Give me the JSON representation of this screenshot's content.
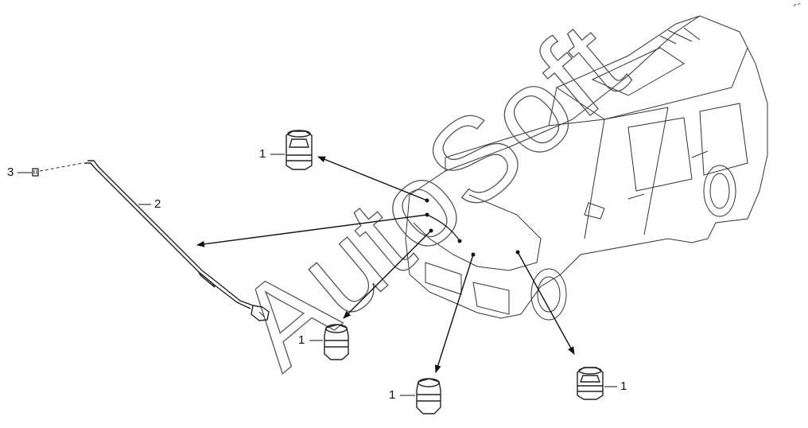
{
  "watermark": "AutoSoft",
  "callouts": [
    {
      "id": "c1",
      "label": "1"
    },
    {
      "id": "c2",
      "label": "2"
    },
    {
      "id": "c3",
      "label": "3"
    },
    {
      "id": "c4",
      "label": "1"
    },
    {
      "id": "c5",
      "label": "1"
    },
    {
      "id": "c6",
      "label": "1"
    }
  ]
}
